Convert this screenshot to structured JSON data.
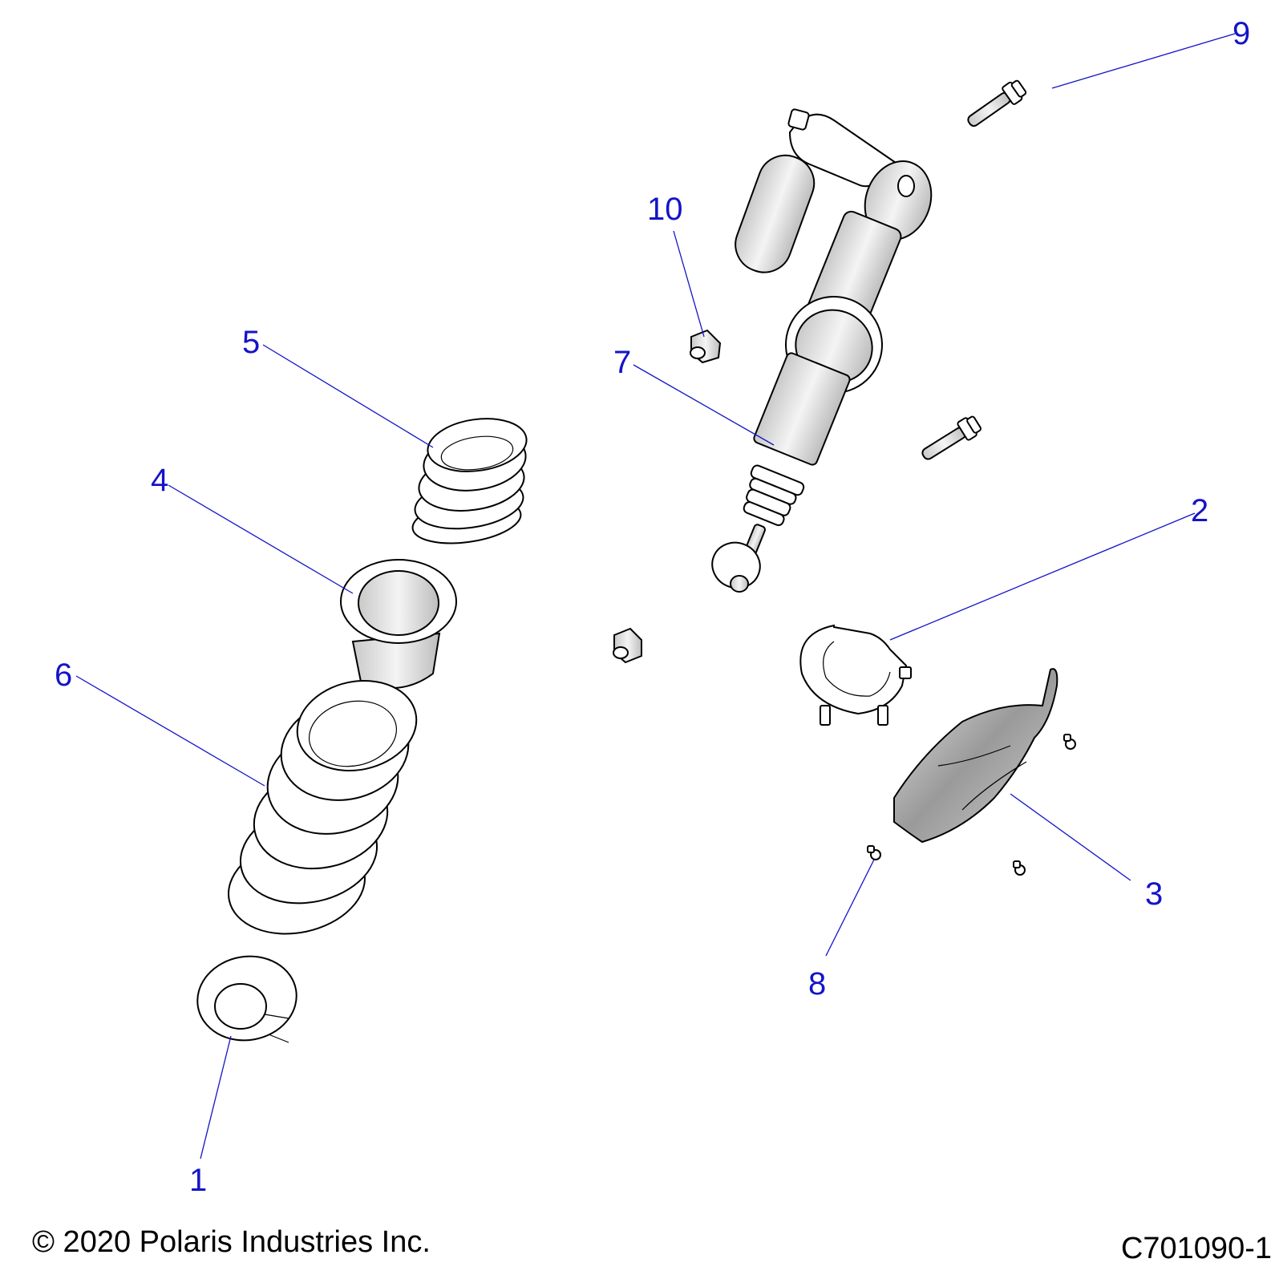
{
  "callouts": {
    "c1": "1",
    "c2": "2",
    "c3": "3",
    "c4": "4",
    "c5": "5",
    "c6": "6",
    "c7": "7",
    "c8": "8",
    "c9": "9",
    "c10": "10"
  },
  "footer": {
    "copyright": "© 2020 Polaris Industries Inc.",
    "figure_code": "C701090-1"
  },
  "colors": {
    "callout": "#1414c8",
    "line": "#000000",
    "shade": "#d9d9d9"
  }
}
